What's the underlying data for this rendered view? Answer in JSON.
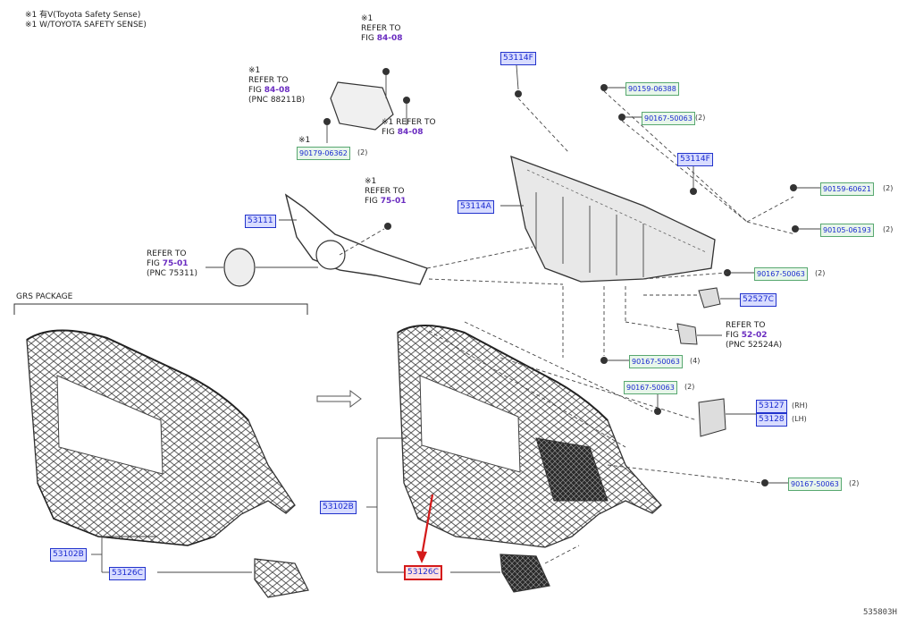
{
  "legend": [
    "※1 有V(Toyota Safety Sense)",
    "※1 W/TOYOTA SAFETY SENSE)"
  ],
  "section_label": "GRS PACKAGE",
  "diagram_code": "535803H",
  "notes": {
    "sensor_top": {
      "lines": [
        "※1",
        "REFER TO",
        "FIG"
      ],
      "ref": "84-08"
    },
    "sensor_left": {
      "lines": [
        "※1",
        "REFER TO",
        "FIG"
      ],
      "ref": "84-08",
      "pnc": "(PNC 88211B)"
    },
    "sensor_right": {
      "lines": [
        "※1 REFER TO",
        "FIG"
      ],
      "ref": "84-08"
    },
    "bolt_note": {
      "lines": [
        "※1"
      ]
    },
    "molding_note": {
      "lines": [
        "※1",
        "REFER TO",
        "FIG"
      ],
      "ref": "75-01"
    },
    "emblem_note": {
      "lines": [
        "REFER TO",
        "FIG"
      ],
      "ref": "75-01",
      "pnc": "(PNC 75311)"
    },
    "bracket_note": {
      "lines": [
        "REFER TO",
        "FIG"
      ],
      "ref": "52-02",
      "pnc": "(PNC 52524A)"
    }
  },
  "parts": {
    "p53114F_top": "53114F",
    "p90159_06388": "90159-06388",
    "p90167_50063_a": "90167-50063",
    "p53114F_mid": "53114F",
    "p53114A": "53114A",
    "p90159_60621": "90159-60621",
    "p90105_06193": "90105-06193",
    "p90167_50063_b": "90167-50063",
    "p52527C": "52527C",
    "p90167_50063_c": "90167-50063",
    "p90167_50063_d": "90167-50063",
    "p90179_06362": "90179-06362",
    "p53111": "53111",
    "p53112_rh": "53127",
    "p53112_lh": "53128",
    "p90167_50063_e": "90167-50063",
    "p53102B_right": "53102B",
    "p53126C_red": "53126C",
    "p53102B_left": "53102B",
    "p53126C_left": "53126C"
  },
  "quantities": {
    "q2": "(2)",
    "q4": "(4)",
    "rh": "(RH)",
    "lh": "(LH)"
  },
  "colors": {
    "part_border": "#2233cc",
    "part_fill": "#d8dcff",
    "highlight_border": "#d41a1a",
    "arrow": "#d41a1a",
    "line": "#444444"
  }
}
